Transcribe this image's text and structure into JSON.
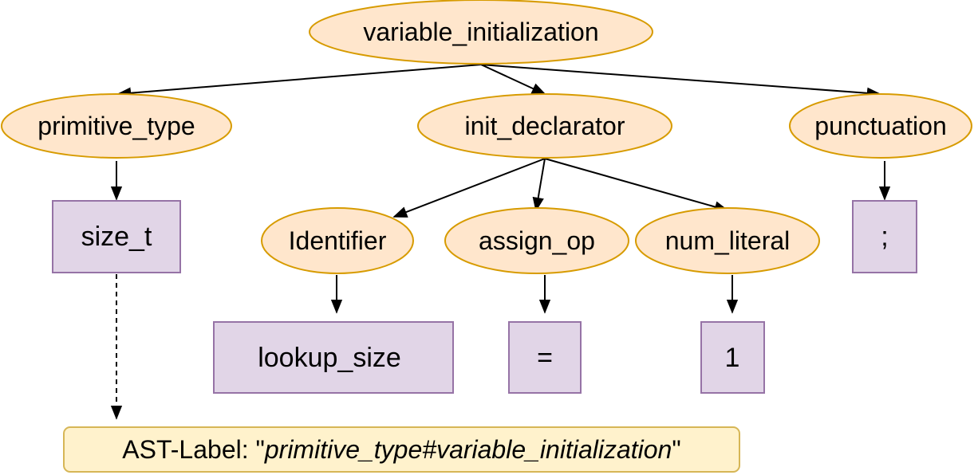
{
  "colors": {
    "ellipse_fill": "#ffe6cc",
    "ellipse_stroke": "#d79b00",
    "leaf_fill": "#e1d5e7",
    "leaf_stroke": "#9673a6",
    "label_fill": "#fff2cc",
    "label_stroke": "#d6b656"
  },
  "nodes": {
    "root": "variable_initialization",
    "primitive_type": "primitive_type",
    "init_declarator": "init_declarator",
    "punctuation": "punctuation",
    "identifier": "Identifier",
    "assign_op": "assign_op",
    "num_literal": "num_literal"
  },
  "leaves": {
    "size_t": "size_t",
    "semicolon": ";",
    "lookup_size": "lookup_size",
    "equals": "=",
    "one": "1"
  },
  "ast_label": {
    "prefix": "AST-Label: \"",
    "value": "primitive_type#variable_initialization",
    "suffix": "\""
  }
}
